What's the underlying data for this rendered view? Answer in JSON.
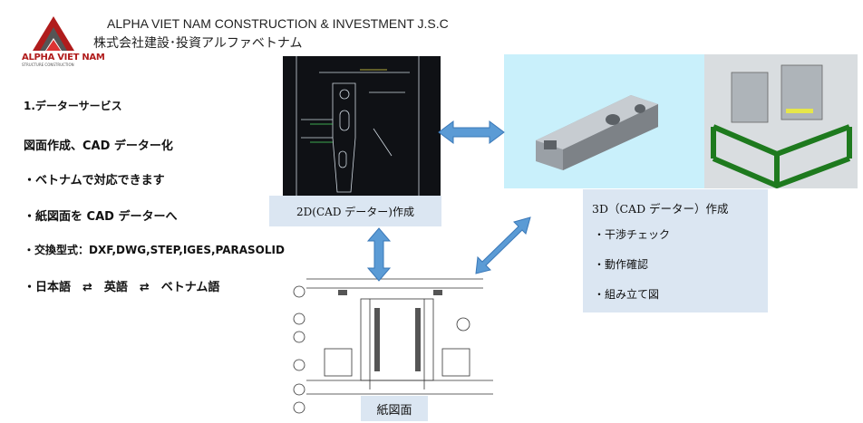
{
  "header": {
    "company_en": "ALPHA VIET NAM CONSTRUCTION & INVESTMENT J.S.C",
    "company_jp": "株式会社建設･投資アルファベトナム",
    "logo_text": "ALPHA VIET NAM",
    "logo_subtext": "STRUCTURE CONSTRUCTION"
  },
  "left_list": {
    "title": "1.データーサービス",
    "items": [
      "図面作成、CAD データー化",
      "・ベトナムで対応できます",
      "・紙図面を CAD データーへ",
      "・交換型式：DXF,DWG,STEP,IGES,PARASOLID",
      "・日本語　⇄　英語　⇄　ベトナム語"
    ]
  },
  "cad2d_label": "2D(CAD データー)作成",
  "panel3d": {
    "title": "3D（CAD データー）作成",
    "items": [
      "・干渉チェック",
      "・動作確認",
      "・組み立て図"
    ]
  },
  "paper_label": "紙図面",
  "colors": {
    "label_bg": "#dbe6f2",
    "arrow_fill": "#5b9bd5",
    "logo_red": "#b01c1c"
  }
}
